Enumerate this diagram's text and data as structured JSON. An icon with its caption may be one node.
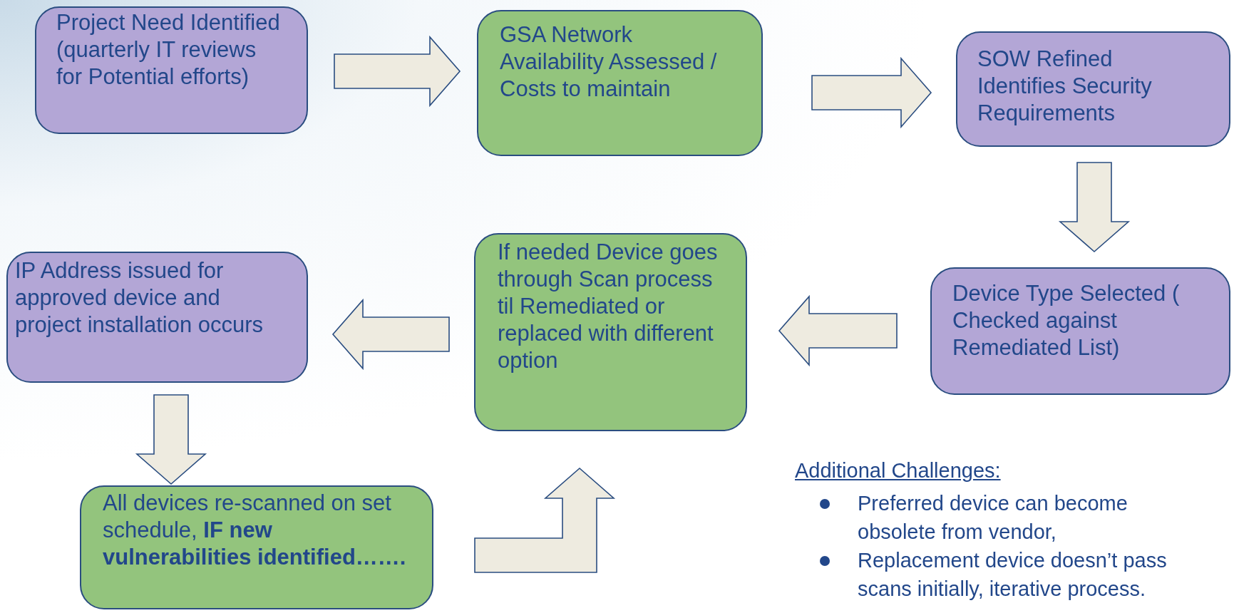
{
  "diagram": {
    "nodes": [
      {
        "text": [
          "Project Need Identified (quarterly IT reviews for Potential efforts)"
        ]
      },
      {
        "text": [
          "GSA Network Availability Assessed / Costs to maintain"
        ]
      },
      {
        "text": [
          "SOW Refined Identifies Security Requirements"
        ]
      },
      {
        "text": [
          "Device Type Selected ( Checked against Remediated List)"
        ]
      },
      {
        "text": [
          "If needed Device goes through Scan process til Remediated or replaced with different option"
        ]
      },
      {
        "text": [
          "IP Address issued for approved device and project installation occurs"
        ]
      },
      {
        "text": [
          "All devices re-scanned on set schedule, **IF new vulnerabilities identified…….**"
        ]
      }
    ],
    "edges": [
      {
        "from": 0,
        "to": 1,
        "arrow": "to"
      },
      {
        "from": 1,
        "to": 2,
        "arrow": "to"
      },
      {
        "from": 2,
        "to": 3,
        "arrow": "to"
      },
      {
        "from": 3,
        "to": 4,
        "arrow": "to"
      },
      {
        "from": 4,
        "to": 5,
        "arrow": "to"
      },
      {
        "from": 5,
        "to": 6,
        "arrow": "to"
      },
      {
        "from": 6,
        "to": 4,
        "arrow": "to"
      }
    ],
    "labels": [
      "Additional Challenges:",
      "Preferred device can become obsolete from vendor,",
      "Replacement device doesn’t pass scans initially, iterative process."
    ]
  }
}
